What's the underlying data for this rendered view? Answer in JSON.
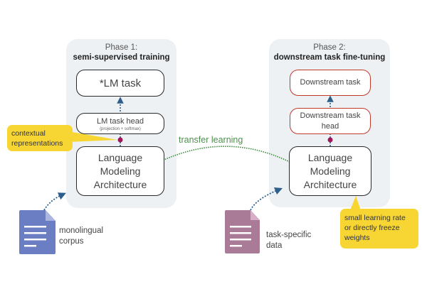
{
  "phase1": {
    "number": "Phase 1:",
    "name": "semi-supervised training",
    "task_box": "*LM task",
    "head_box": "LM task head",
    "head_sub": "(projection + softmax)",
    "arch_box": [
      "Language",
      "Modeling",
      "Architecture"
    ],
    "callout": [
      "contextual",
      "representations"
    ],
    "data_label": [
      "monolingual",
      "corpus"
    ]
  },
  "phase2": {
    "number": "Phase 2:",
    "name": "downstream task fine-tuning",
    "task_box": "Downstream task",
    "head_box": [
      "Downstream task",
      "head"
    ],
    "arch_box": [
      "Language",
      "Modeling",
      "Architecture"
    ],
    "callout": [
      "small learning rate",
      "or directly freeze",
      "weights"
    ],
    "data_label": [
      "task-specific",
      "data"
    ]
  },
  "transfer": {
    "label": "transfer learning"
  },
  "icons": {
    "corpus_doc": "document-icon",
    "task_doc": "document-icon"
  },
  "colors": {
    "panel_bg": "#eef1f4",
    "callout": "#f7d634",
    "red_border": "#c0392b",
    "transfer_green": "#3a8a3a",
    "arrow_blue": "#2d5f8a",
    "dot_magenta": "#a0145a",
    "doc_blue": "#6b7ec4",
    "doc_mauve": "#a97b96"
  }
}
